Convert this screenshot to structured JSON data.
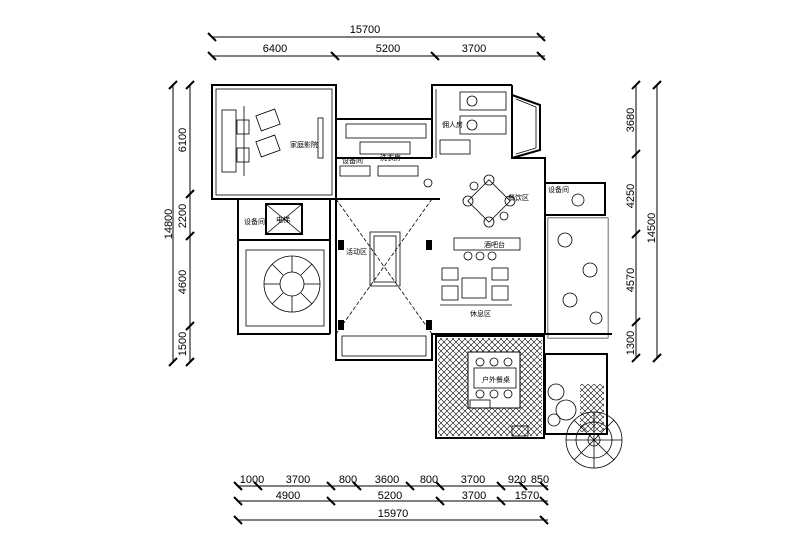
{
  "dimensions": {
    "top_total": "15700",
    "top_segments": [
      "6400",
      "5200",
      "3700"
    ],
    "left_total": "14800",
    "left_segments": [
      "6100",
      "2200",
      "4600",
      "1500"
    ],
    "right_total": "14500",
    "right_segments": [
      "3680",
      "4250",
      "4570",
      "1300"
    ],
    "bottom_row1": [
      "1000",
      "3700",
      "800",
      "3600",
      "800",
      "3700",
      "920",
      "850"
    ],
    "bottom_row2": [
      "4900",
      "5200",
      "3700",
      "1570"
    ],
    "bottom_total": "15970"
  },
  "rooms": {
    "home_theater": "家庭影院",
    "equipment_room_1": "设备间",
    "equipment_room_2": "设备间",
    "equipment_room_3": "设备间",
    "elevator": "电梯",
    "activity_area": "活动区",
    "servant_room": "佣人房",
    "laundry_room": "洗衣房",
    "dining_area": "餐饮区",
    "bar_counter": "酒吧台",
    "lounge_area": "休息区",
    "outdoor_dining": "户外餐桌"
  }
}
